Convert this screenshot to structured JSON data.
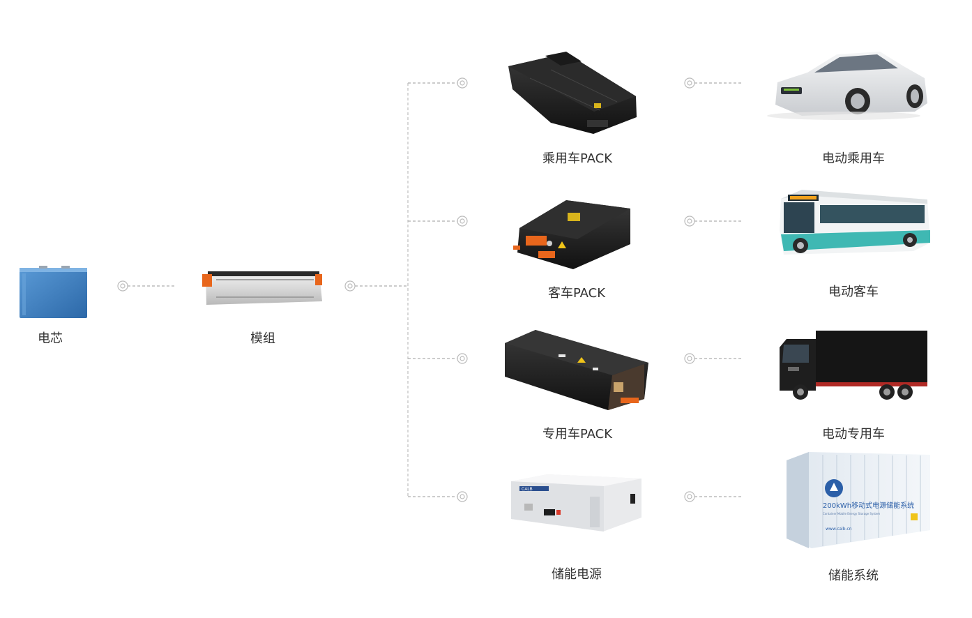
{
  "nodes": {
    "cell": {
      "label": "电芯"
    },
    "module": {
      "label": "模组"
    },
    "pack_passenger": {
      "label": "乘用车PACK"
    },
    "pack_bus": {
      "label": "客车PACK"
    },
    "pack_special": {
      "label": "专用车PACK"
    },
    "storage_power": {
      "label": "储能电源"
    },
    "ev_passenger": {
      "label": "电动乘用车"
    },
    "ev_bus": {
      "label": "电动客车"
    },
    "ev_special": {
      "label": "电动专用车"
    },
    "storage_system": {
      "label": "储能系统"
    }
  },
  "artwork": {
    "bus_sign": "",
    "container_text": "200kWh移动式电源储能系统",
    "container_subtext": "Container Mobile Energy Storage System",
    "container_url": "www.calb.cn",
    "rack_brand": "CALB"
  },
  "colors": {
    "connector": "#bbbbbb",
    "label": "#333333",
    "cell_blue": "#3d7fc0",
    "bus_teal": "#3fb8b3",
    "accent_orange": "#e8661c"
  }
}
